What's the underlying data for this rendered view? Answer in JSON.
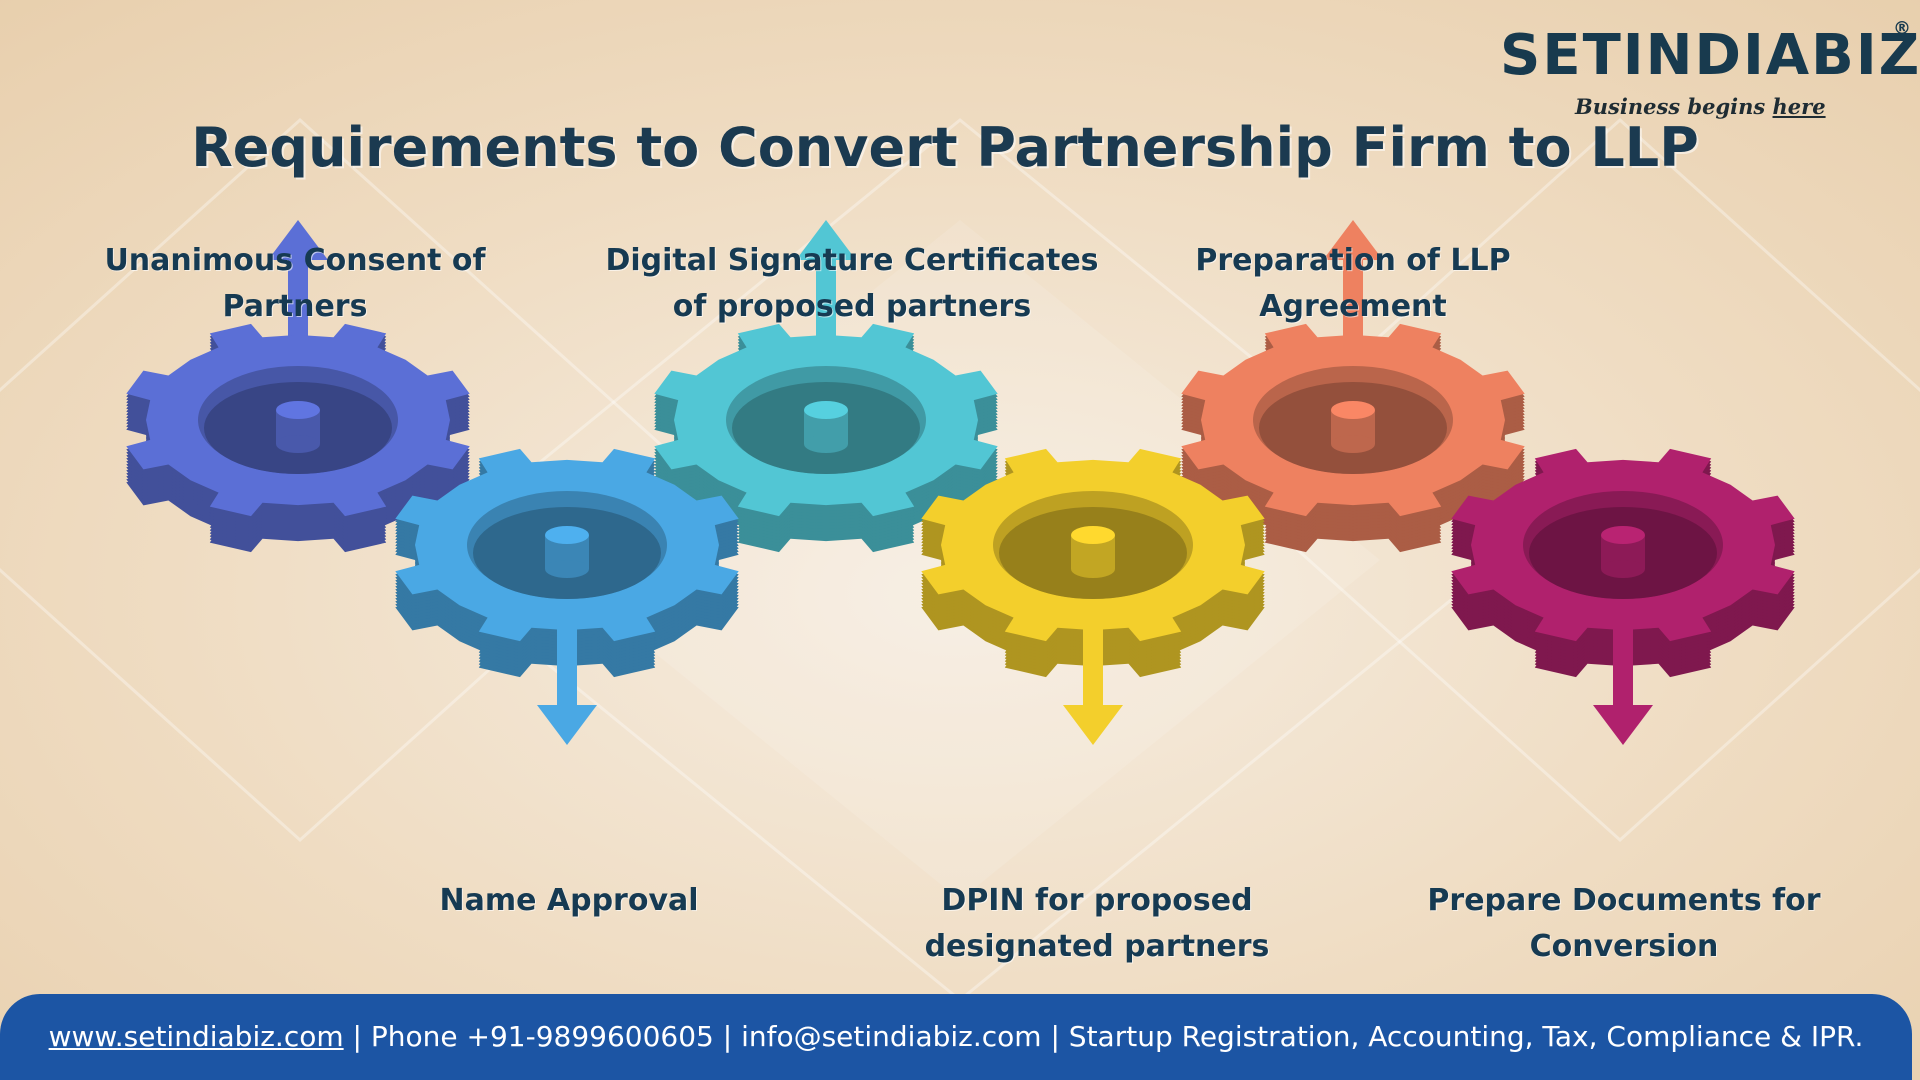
{
  "brand": {
    "name": "SETINDIABIZ",
    "tagline_before": "Business begins ",
    "tagline_underlined": "here",
    "registered_mark": "®"
  },
  "title": "Requirements to Convert Partnership Firm to LLP",
  "steps": [
    {
      "label_lines": [
        "Unanimous Consent of",
        "Partners"
      ],
      "color": "#5b6fd6",
      "arrow": "up"
    },
    {
      "label_lines": [
        "Name Approval"
      ],
      "color": "#4aa8e4",
      "arrow": "down"
    },
    {
      "label_lines": [
        "Digital Signature Certificates",
        "of proposed partners"
      ],
      "color": "#52c6d4",
      "arrow": "up"
    },
    {
      "label_lines": [
        "DPIN for proposed",
        "designated partners"
      ],
      "color": "#f3cf2c",
      "arrow": "down"
    },
    {
      "label_lines": [
        "Preparation of LLP",
        "Agreement"
      ],
      "color": "#ee8160",
      "arrow": "up"
    },
    {
      "label_lines": [
        "Prepare Documents for",
        "Conversion"
      ],
      "color": "#b0216d",
      "arrow": "down"
    }
  ],
  "footer": {
    "website": "www.setindiabiz.com",
    "rest": " | Phone +91-9899600605 | info@setindiabiz.com | Startup Registration, Accounting, Tax, Compliance & IPR."
  }
}
